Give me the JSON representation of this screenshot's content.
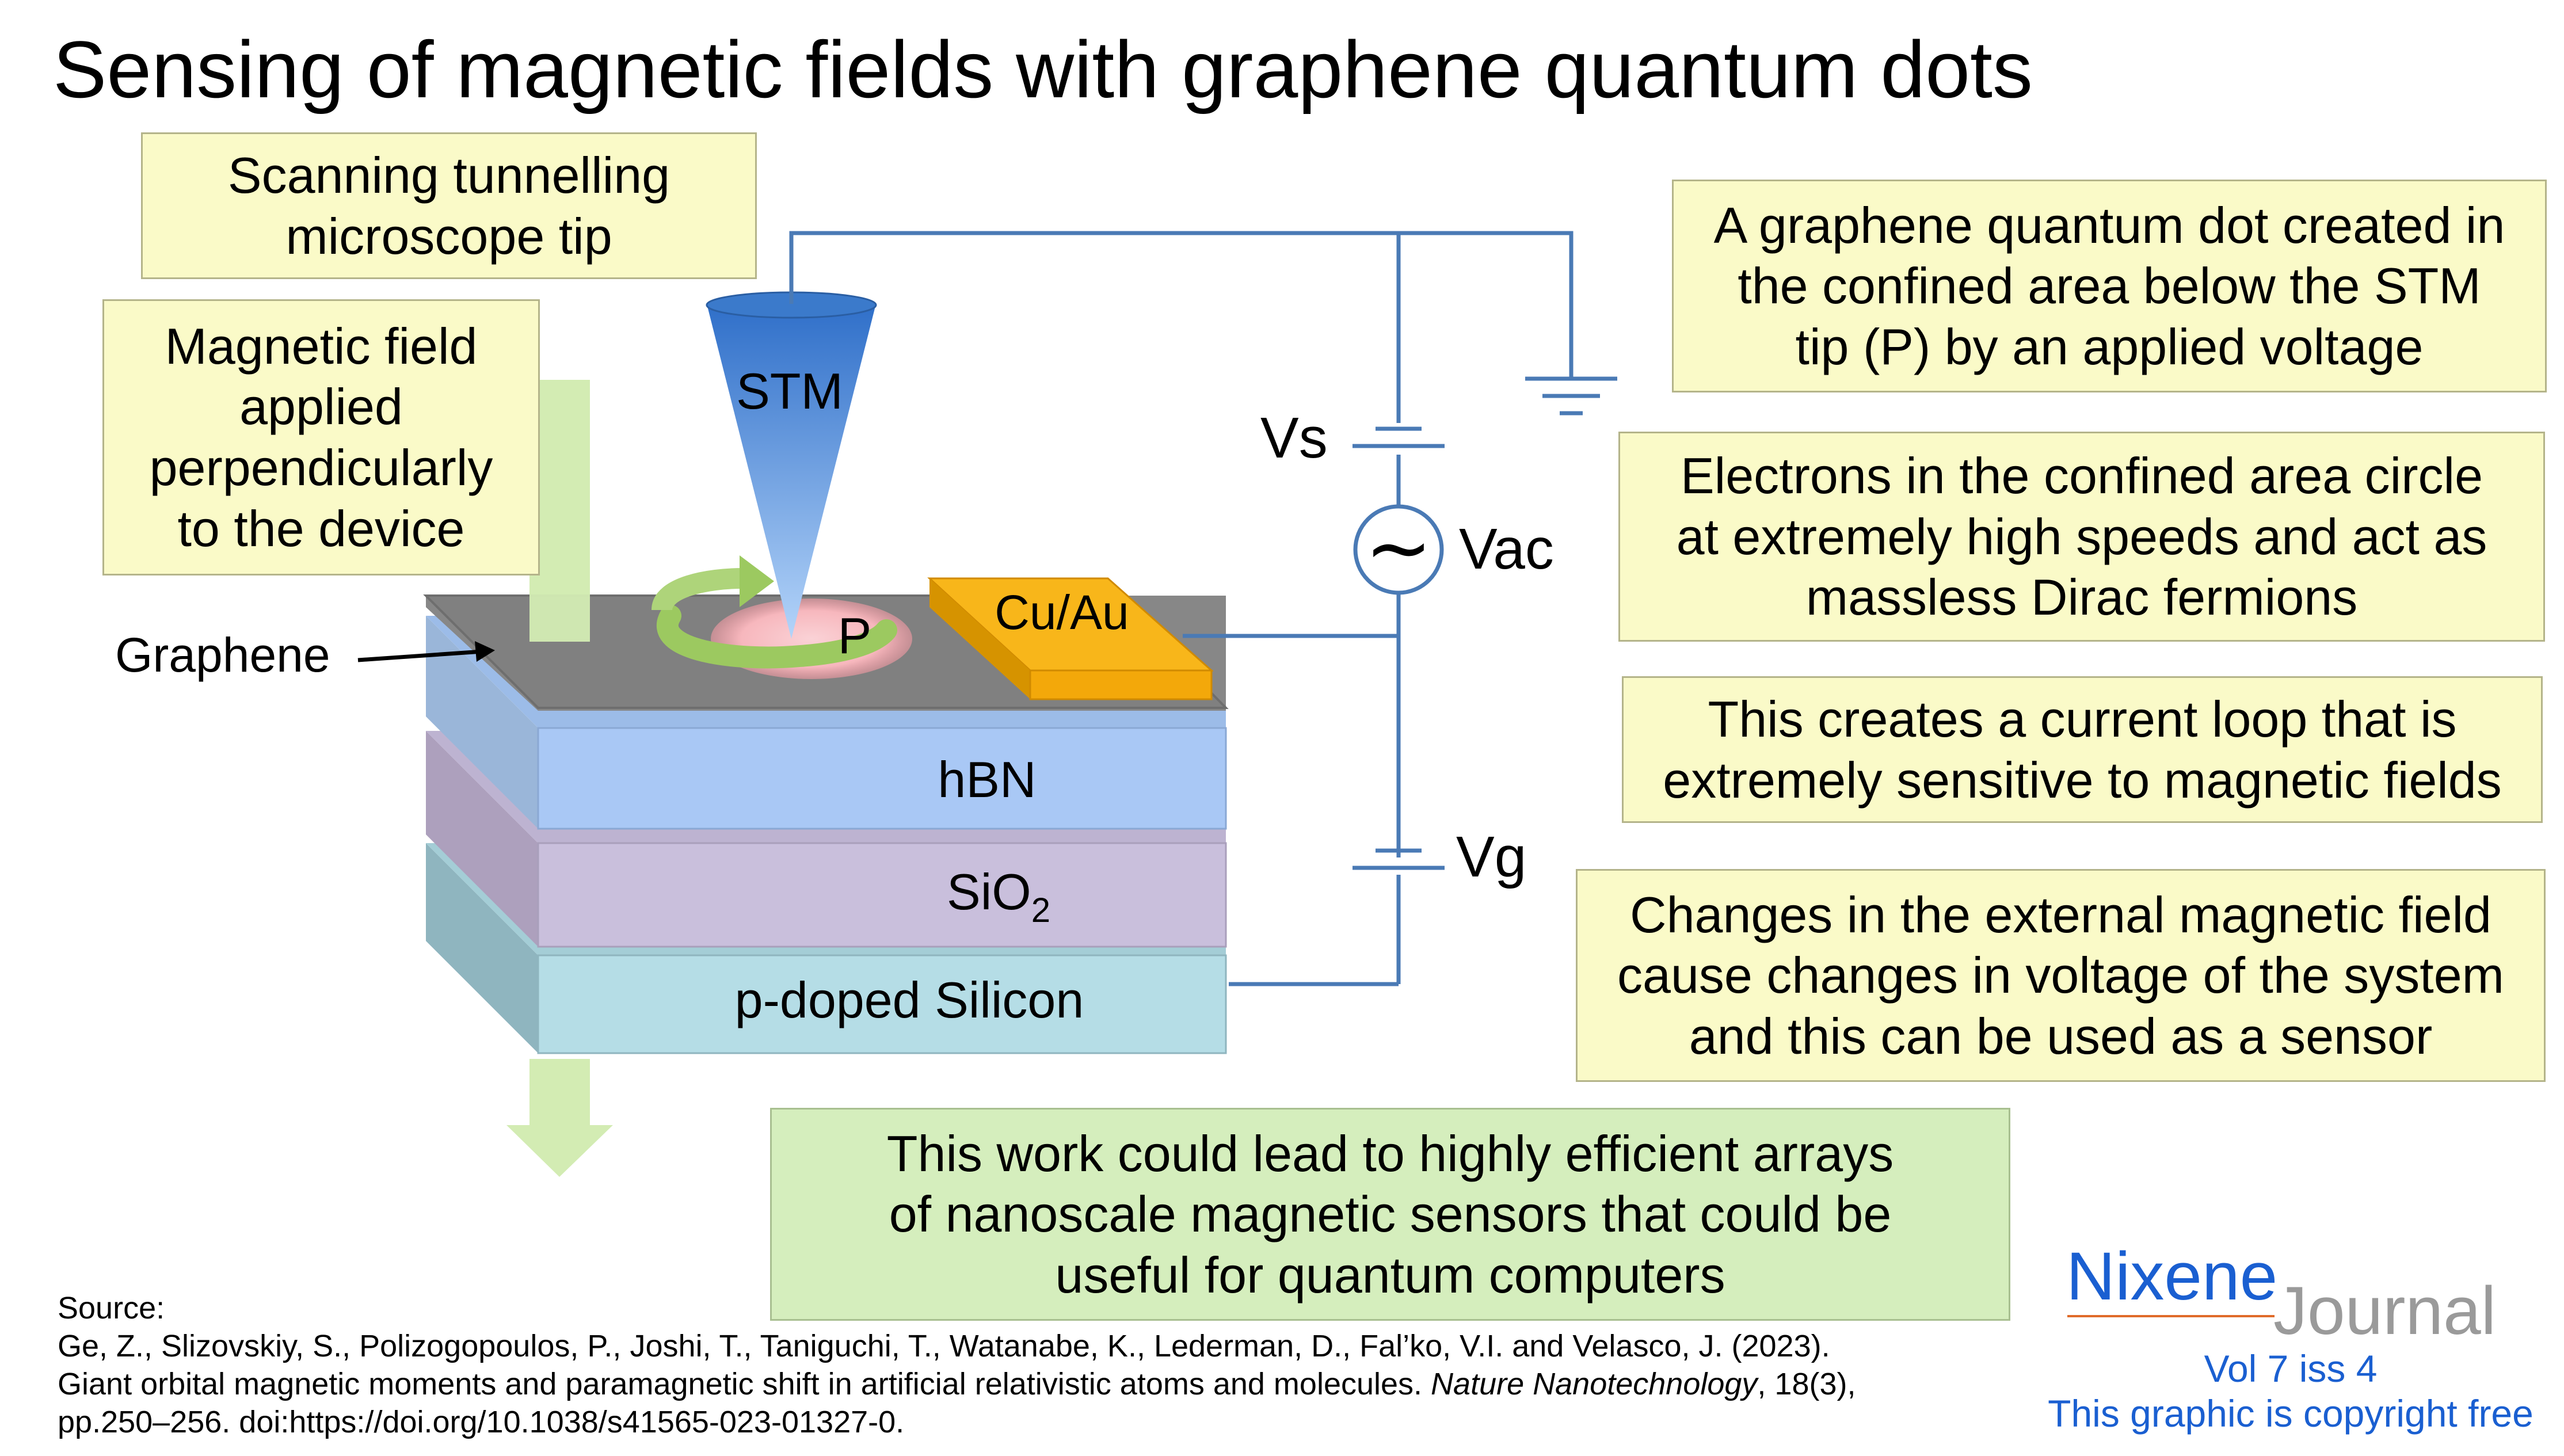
{
  "title": "Sensing of magnetic fields with graphene quantum dots",
  "callouts": {
    "stm_tip": [
      "Scanning tunnelling",
      "microscope tip"
    ],
    "magnetic_field": [
      "Magnetic field",
      "applied",
      "perpendicularly",
      "to the device"
    ],
    "quantum_dot": [
      "A graphene quantum dot created in",
      "the confined area below the STM",
      "tip (P) by an applied voltage"
    ],
    "electrons": [
      "Electrons in the confined area circle",
      "at extremely high speeds and act as",
      "massless Dirac fermions"
    ],
    "current_loop": [
      "This creates a current loop that is",
      "extremely sensitive to magnetic fields"
    ],
    "changes": [
      "Changes in the external magnetic field",
      "cause changes in voltage of the system",
      "and this can be used as a sensor"
    ],
    "conclusion": [
      "This work could lead to highly efficient arrays",
      "of nanoscale magnetic sensors that could be",
      "useful for quantum computers"
    ]
  },
  "diagram_labels": {
    "graphene": "Graphene",
    "stm": "STM",
    "p": "P",
    "cu_au": "Cu/Au",
    "hbn": "hBN",
    "sio2_main": "SiO",
    "sio2_sub": "2",
    "silicon": "p-doped Silicon",
    "vs": "Vs",
    "vac": "Vac",
    "vg": "Vg",
    "ac_symbol": "~"
  },
  "source": {
    "label": "Source:",
    "line1": "Ge, Z., Slizovskiy, S., Polizogopoulos, P., Joshi, T., Taniguchi, T., Watanabe, K., Lederman, D., Fal’ko, V.I. and Velasco, J. (2023).",
    "line2_pre": "Giant orbital magnetic moments and paramagnetic shift in artificial relativistic atoms and molecules. ",
    "line2_journal": "Nature Nanotechnology",
    "line2_post": ", 18(3),",
    "line3": "pp.250–256. doi:https://doi.org/10.1038/s41565-023-01327-0."
  },
  "logo": {
    "name1": "Nixene",
    "name2": "Journal",
    "vol": "Vol 7 iss 4",
    "copyright": "This graphic is copyright free"
  },
  "colors": {
    "callout_fill": "#fafac8",
    "conclusion_fill": "#d5eebd",
    "circuit_wire": "#4a7ab5",
    "hbn": "#a9c8f5",
    "sio2": "#c9bfdc",
    "silicon": "#b5dde6",
    "graphene": "#808080",
    "cu_au": "#f8b61a",
    "field_arrow": "#d3ecb3",
    "logo_blue": "#1a5fd1",
    "logo_gray": "#9a9a9a"
  }
}
